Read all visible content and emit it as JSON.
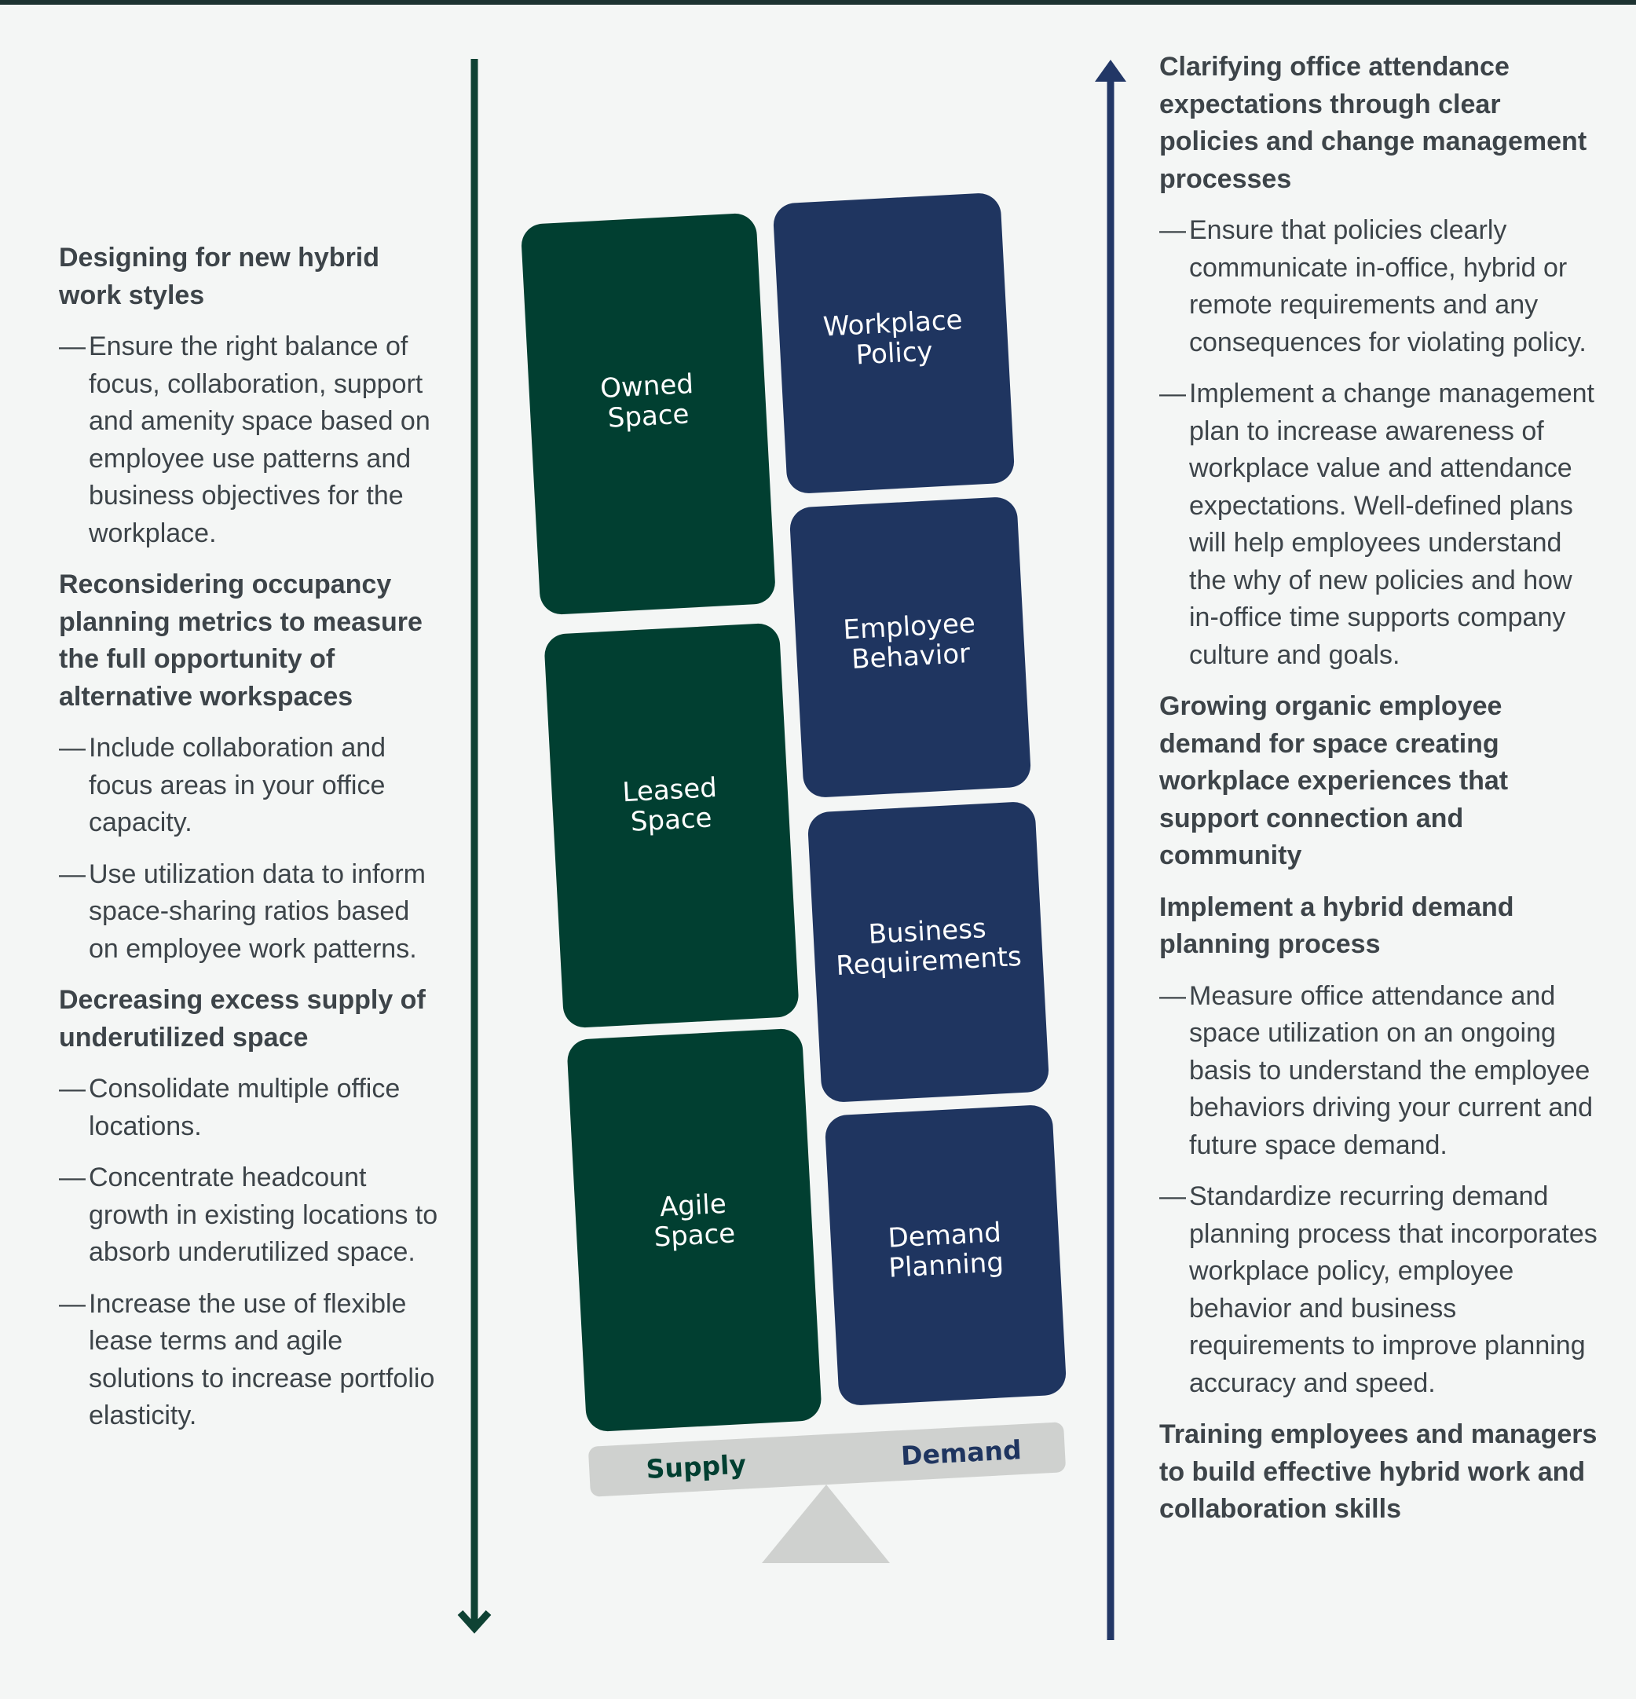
{
  "colors": {
    "supply": "#013f31",
    "demand": "#1f3560",
    "beam": "#cfd1cf",
    "text": "#3d4449",
    "supply_arrow": "#0f4234",
    "demand_arrow": "#223766"
  },
  "icons": {
    "supply_arrow": "arrow-down-icon",
    "demand_arrow": "arrow-up-icon",
    "fulcrum": "triangle-fulcrum-icon"
  },
  "left": {
    "sections": [
      {
        "heading": "Designing for new hybrid work styles",
        "bullets": [
          "Ensure the right balance of focus, collaboration, support and amenity space based on employee use patterns and business objectives for the workplace."
        ]
      },
      {
        "heading": "Reconsidering occupancy planning metrics to measure the full opportunity of alternative workspaces",
        "bullets": [
          "Include collaboration and focus areas in your office capacity.",
          "Use utilization data to inform space-sharing ratios based on employee work patterns."
        ]
      },
      {
        "heading": "Decreasing excess supply of underutilized space",
        "bullets": [
          "Consolidate multiple office locations.",
          "Concentrate headcount growth in existing locations to absorb underutilized space.",
          "Increase the use of flexible lease terms and agile solutions to increase portfolio elasticity."
        ]
      }
    ]
  },
  "right": {
    "sections": [
      {
        "heading": "Clarifying office attendance expectations through clear policies and change management processes",
        "bullets": [
          "Ensure that policies clearly communicate in-office, hybrid or remote requirements and any consequences for violating policy.",
          "Implement a change management plan to increase awareness of workplace value and attendance expectations. Well-defined plans will help employees understand the why of new policies and how in-office time supports company culture and goals."
        ]
      },
      {
        "heading": "Growing organic employee demand for space creating workplace experiences that support connection and community",
        "bullets": []
      },
      {
        "heading": "Implement a hybrid demand planning process",
        "bullets": [
          "Measure office attendance and space utilization on an ongoing basis to understand the employee behaviors driving your current and future space demand.",
          "Standardize recurring demand planning process that incorporates workplace policy, employee behavior and business requirements to improve planning accuracy and speed."
        ]
      },
      {
        "heading": "Training employees and managers to build effective hybrid work and collaboration skills",
        "bullets": []
      }
    ]
  },
  "dash": "—",
  "diagram": {
    "supply_label": "Supply",
    "demand_label": "Demand",
    "supply_blocks": [
      {
        "line1": "Owned",
        "line2": "Space"
      },
      {
        "line1": "Leased",
        "line2": "Space"
      },
      {
        "line1": "Agile",
        "line2": "Space"
      }
    ],
    "demand_blocks": [
      {
        "line1": "Workplace",
        "line2": "Policy"
      },
      {
        "line1": "Employee",
        "line2": "Behavior"
      },
      {
        "line1": "Business",
        "line2": "Requirements"
      },
      {
        "line1": "Demand",
        "line2": "Planning"
      }
    ]
  }
}
